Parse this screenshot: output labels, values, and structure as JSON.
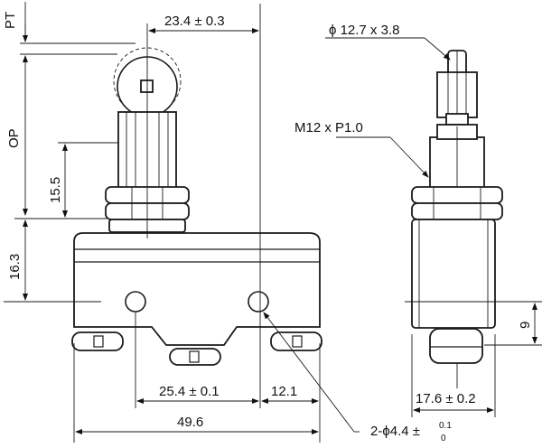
{
  "labels": {
    "pt": "PT",
    "op": "OP",
    "offset": "23.4 ± 0.3",
    "stem_height": "15.5",
    "base_height": "16.3",
    "hole_spacing": "25.4 ± 0.1",
    "hole_edge": "12.1",
    "length": "49.6",
    "holes_main": "2-ϕ4.4 ±",
    "holes_tol_upper": "0.1",
    "holes_tol_lower": "0",
    "roller": "ϕ 12.7 x 3.8",
    "thread": "M12 x P1.0",
    "side_height": "9",
    "width": "17.6 ± 0.2"
  }
}
